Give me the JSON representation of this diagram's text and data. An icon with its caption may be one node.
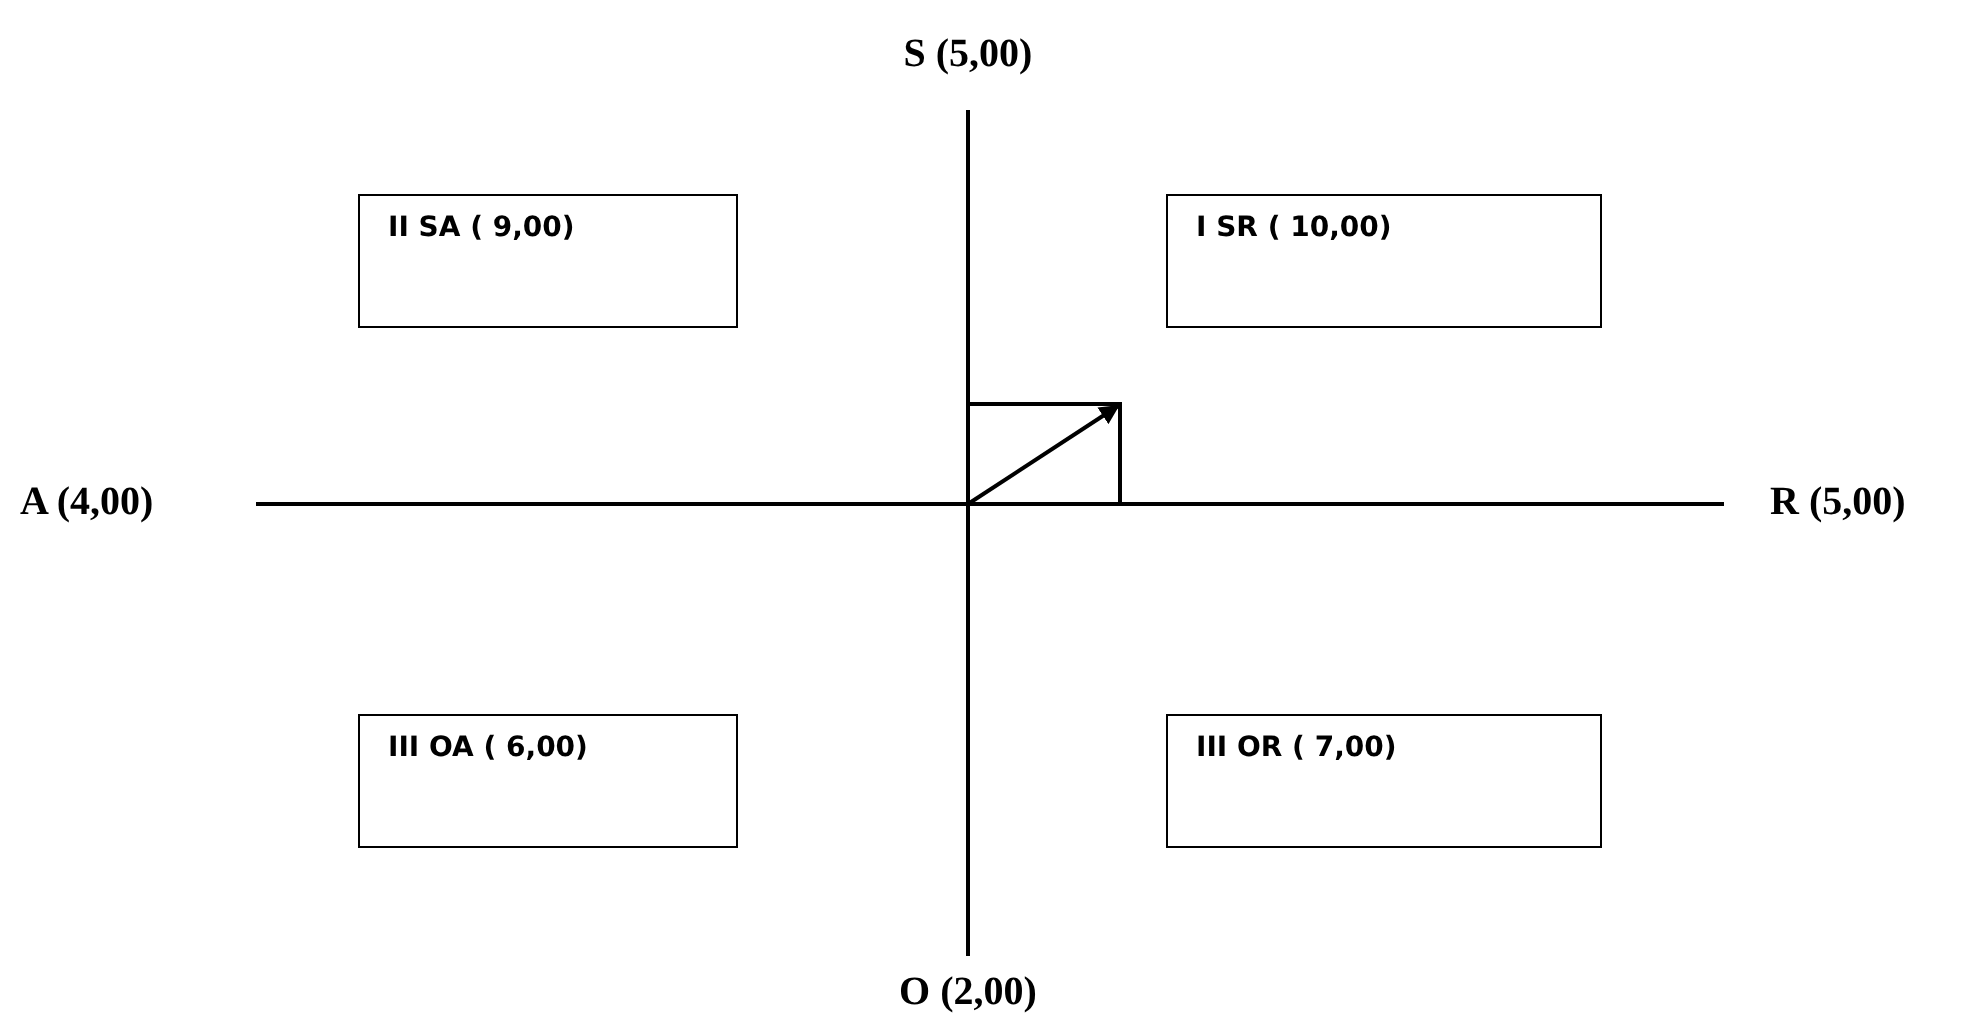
{
  "diagram": {
    "nodes": [
      {
        "text": [
          "II SA ( 9,00)"
        ]
      },
      {
        "text": [
          "I SR ( 10,00)"
        ]
      },
      {
        "text": [
          "III OA ( 6,00)"
        ]
      },
      {
        "text": [
          "III OR ( 7,00)"
        ]
      }
    ],
    "labels": [
      "S (5,00)",
      "A (4,00)",
      "R (5,00)",
      "O (2,00)"
    ]
  }
}
